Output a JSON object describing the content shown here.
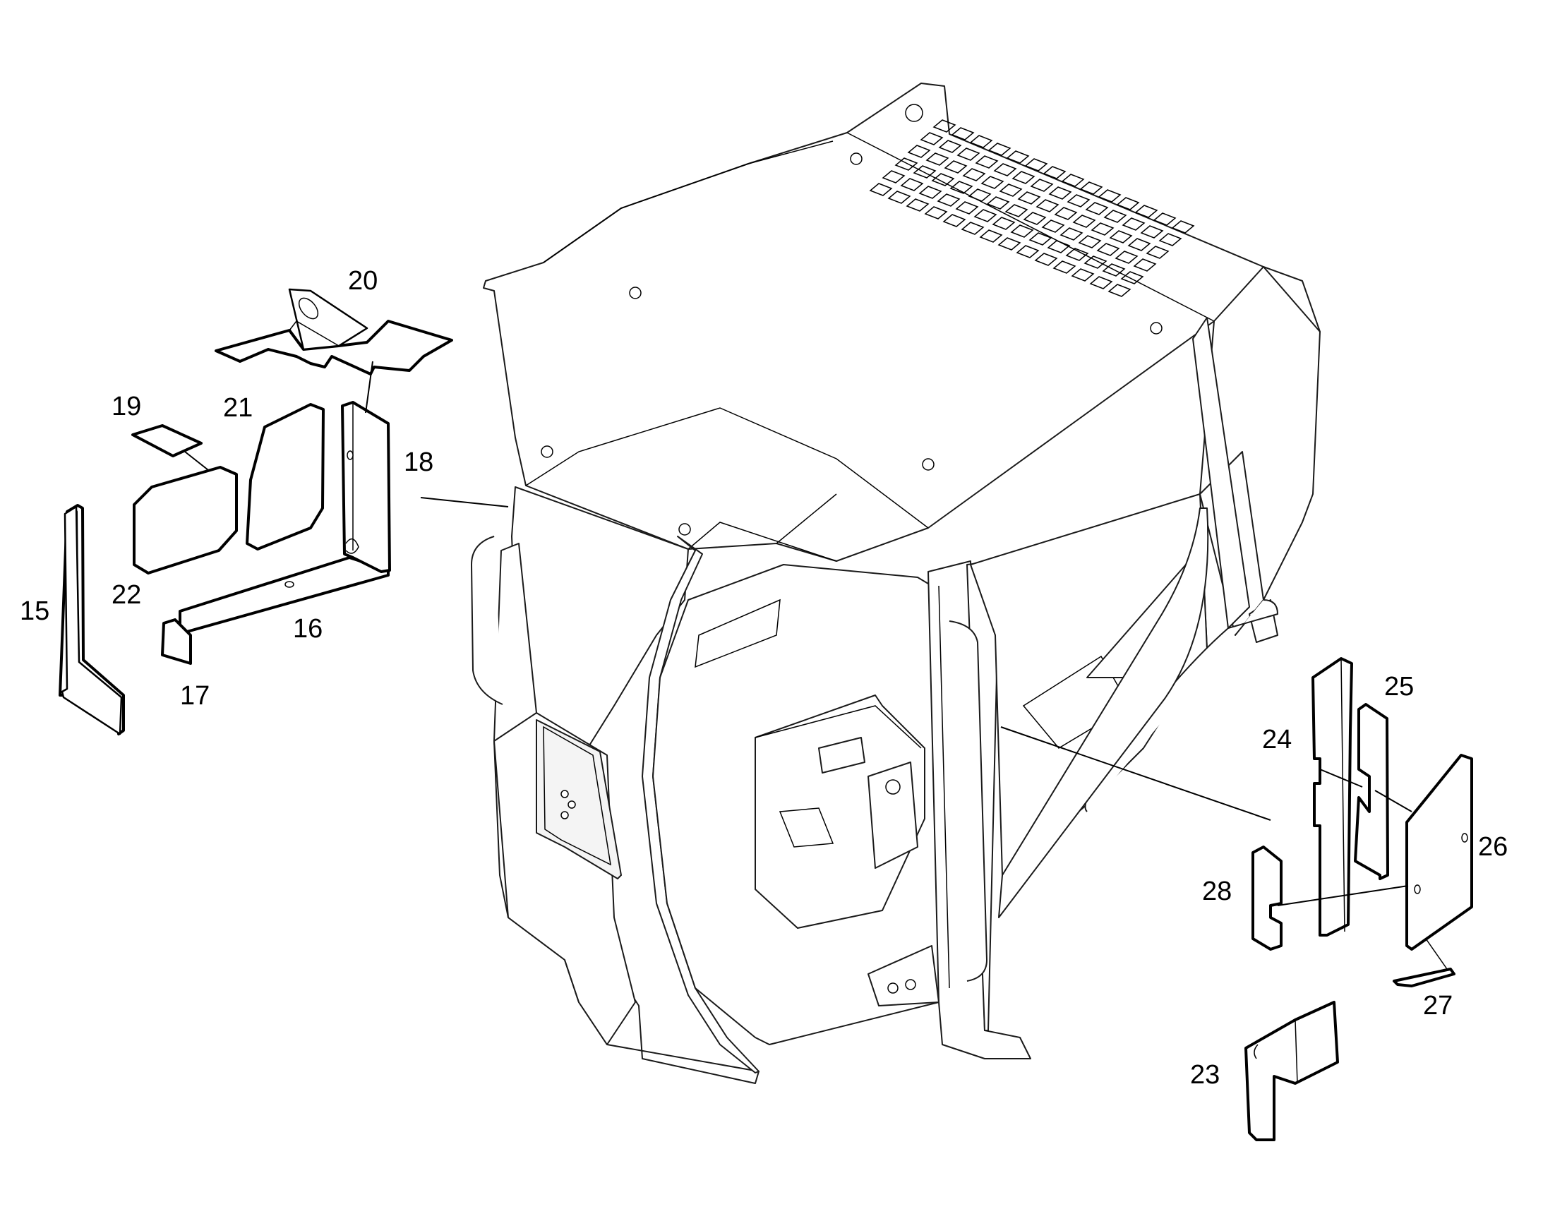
{
  "diagram": {
    "part_labels": [
      {
        "id": "15",
        "text": "15"
      },
      {
        "id": "16",
        "text": "16"
      },
      {
        "id": "17",
        "text": "17"
      },
      {
        "id": "18",
        "text": "18"
      },
      {
        "id": "19",
        "text": "19"
      },
      {
        "id": "20",
        "text": "20"
      },
      {
        "id": "21",
        "text": "21"
      },
      {
        "id": "22",
        "text": "22"
      },
      {
        "id": "23",
        "text": "23"
      },
      {
        "id": "24",
        "text": "24"
      },
      {
        "id": "25",
        "text": "25"
      },
      {
        "id": "26",
        "text": "26"
      },
      {
        "id": "27",
        "text": "27"
      },
      {
        "id": "28",
        "text": "28"
      }
    ]
  }
}
